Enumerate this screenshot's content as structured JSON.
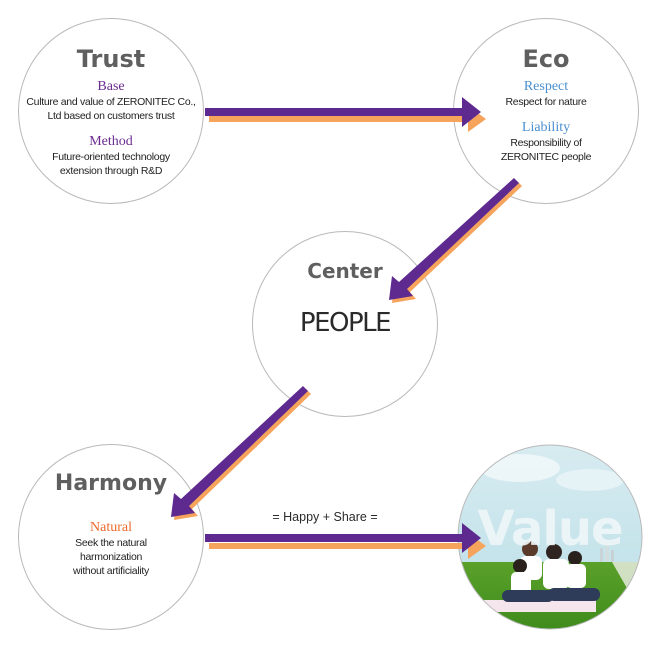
{
  "colors": {
    "arrow_main": "#5e2a8f",
    "arrow_shadow": "#f6a35c",
    "circle_border": "#b9b9b9",
    "title_gray": "#5f5f5f",
    "base_purple": "#6b2c91",
    "eco_blue": "#4a8fd0",
    "natural_orange": "#ee6a2c",
    "desc_text": "#222222"
  },
  "nodes": {
    "trust": {
      "title": "Trust",
      "items": [
        {
          "label": "Base",
          "text_lines": [
            "Culture and value of ZERONITEC Co.,",
            "Ltd based on customers trust"
          ]
        },
        {
          "label": "Method",
          "text_lines": [
            "Future-oriented technology",
            "extension through R&D"
          ]
        }
      ]
    },
    "eco": {
      "title": "Eco",
      "items": [
        {
          "label": "Respect",
          "text_lines": [
            "Respect for nature"
          ]
        },
        {
          "label": "Liability",
          "text_lines": [
            "Responsibility of",
            "ZERONITEC people"
          ]
        }
      ]
    },
    "center": {
      "title": "Center",
      "main": "PEOPLE"
    },
    "harmony": {
      "title": "Harmony",
      "items": [
        {
          "label": "Natural",
          "text_lines": [
            "Seek the natural",
            "harmonization",
            "without artificiality"
          ]
        }
      ]
    },
    "value": {
      "title": "Value",
      "image_description_icon": "family-picnic-photo"
    }
  },
  "connector_label": "= Happy + Share ="
}
